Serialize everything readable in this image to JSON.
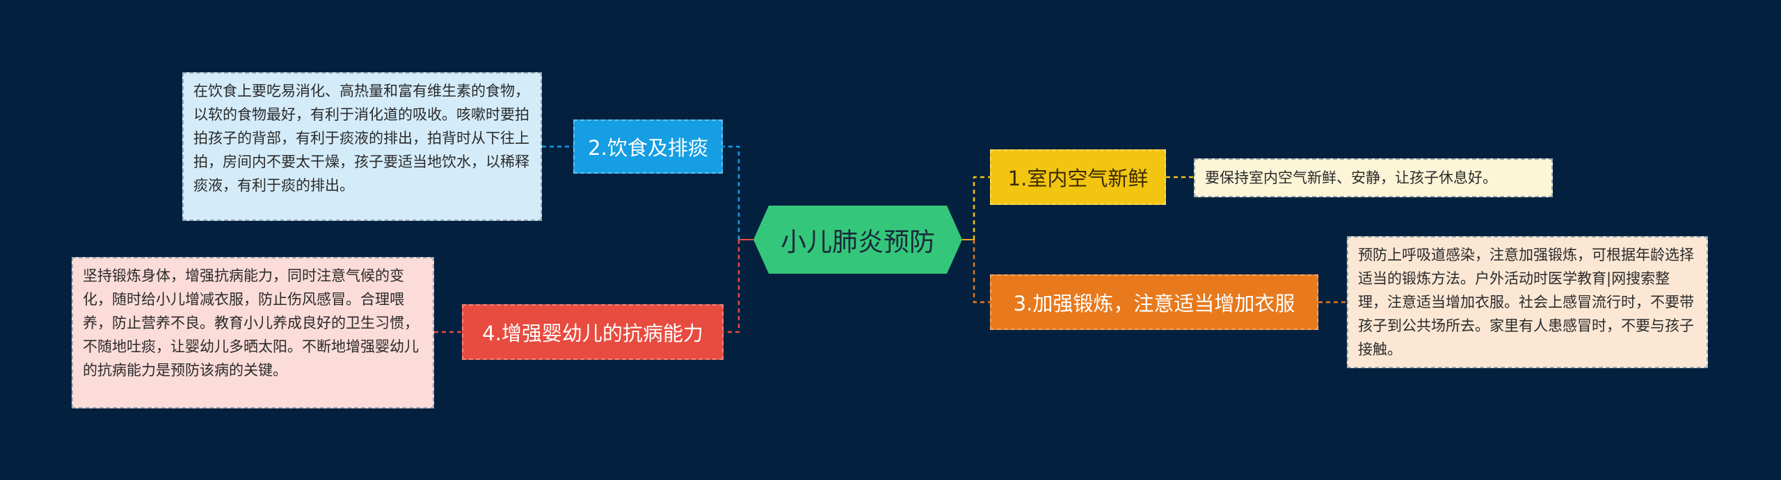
{
  "center": {
    "label": "小儿肺炎预防",
    "color": "#34c77b"
  },
  "branches": [
    {
      "id": "b1",
      "label": "1.室内空气新鲜",
      "color": "#f2c511",
      "detail": "要保持室内空气新鲜、安静，让孩子休息好。"
    },
    {
      "id": "b2",
      "label": "2.饮食及排痰",
      "color": "#159ee3",
      "detail": "在饮食上要吃易消化、高热量和富有维生素的食物，以软的食物最好，有利于消化道的吸收。咳嗽时要拍拍孩子的背部，有利于痰液的排出，拍背时从下往上拍，房间内不要太干燥，孩子要适当地饮水，以稀释痰液，有利于痰的排出。"
    },
    {
      "id": "b3",
      "label": "3.加强锻炼，注意适当增加衣服",
      "color": "#e8791c",
      "detail": "预防上呼吸道感染，注意加强锻炼，可根据年龄选择适当的锻炼方法。户外活动时医学教育|网搜索整理，注意适当增加衣服。社会上感冒流行时，不要带孩子到公共场所去。家里有人患感冒时，不要与孩子接触。"
    },
    {
      "id": "b4",
      "label": "4.增强婴幼儿的抗病能力",
      "color": "#e84b3f",
      "detail": "坚持锻炼身体，增强抗病能力，同时注意气候的变化，随时给小儿增减衣服，防止伤风感冒。合理喂养，防止营养不良。教育小儿养成良好的卫生习惯，不随地吐痰，让婴幼儿多晒太阳。不断地增强婴幼儿的抗病能力是预防该病的关键。"
    }
  ]
}
